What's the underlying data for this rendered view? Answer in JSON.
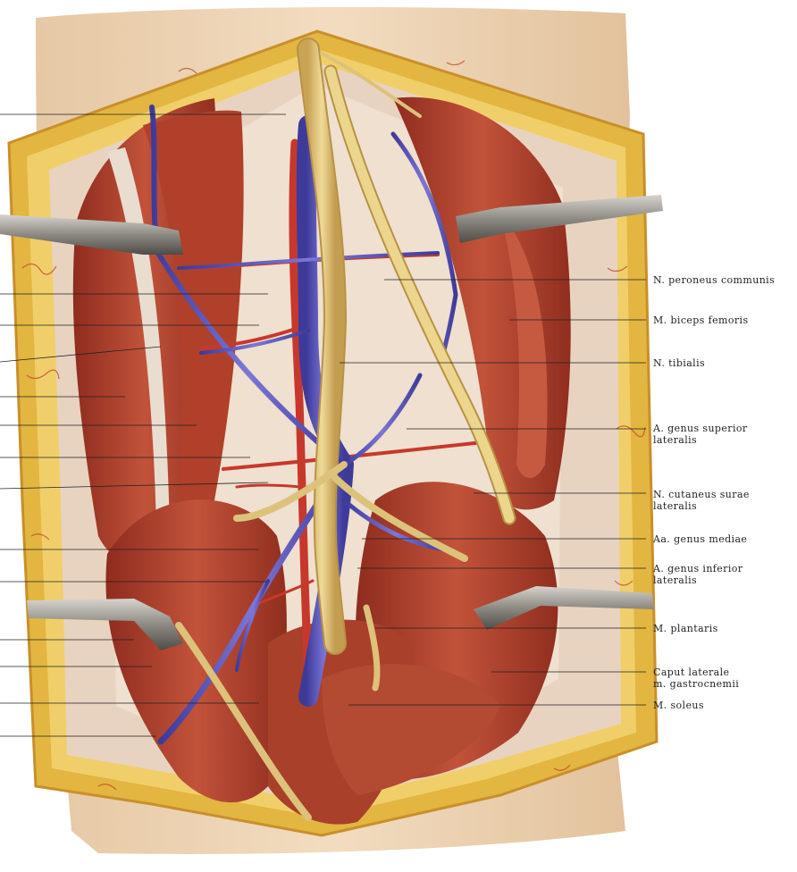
{
  "figure": {
    "labels": [
      {
        "id": "peroneus",
        "lines": [
          "N. peroneus communis"
        ]
      },
      {
        "id": "biceps",
        "lines": [
          "M. biceps femoris"
        ]
      },
      {
        "id": "tibialis",
        "lines": [
          "N. tibialis"
        ]
      },
      {
        "id": "genus-superior",
        "lines": [
          "A. genus superior",
          "lateralis"
        ]
      },
      {
        "id": "cutaneus",
        "lines": [
          "N. cutaneus surae",
          "lateralis"
        ]
      },
      {
        "id": "genus-mediae",
        "lines": [
          "Aa. genus mediae"
        ]
      },
      {
        "id": "genus-inferior",
        "lines": [
          "A. genus inferior",
          "lateralis"
        ]
      },
      {
        "id": "plantaris",
        "lines": [
          "M. plantaris"
        ]
      },
      {
        "id": "gastrocnemii",
        "lines": [
          "Caput laterale",
          "m. gastrocnemii"
        ]
      },
      {
        "id": "soleus",
        "lines": [
          "M. soleus"
        ]
      }
    ],
    "colors": {
      "skin": "#ecd2b0",
      "fat": "#e2b640",
      "muscle": "#b5432c",
      "muscle_dark": "#8a2a1c",
      "fascia": "#e8d3c0",
      "nerve": "#e6c878",
      "vein": "#5a54b8",
      "artery": "#c7382c",
      "retractor": "#8a8a84"
    }
  }
}
